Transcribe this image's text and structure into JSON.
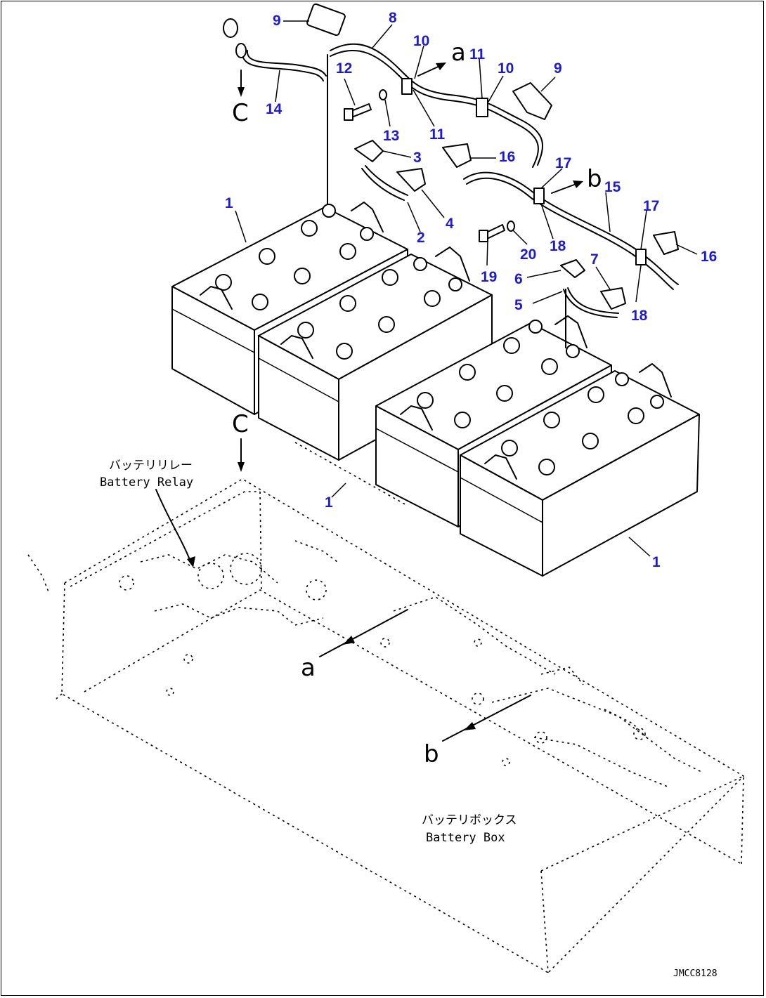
{
  "callouts": {
    "c1a": "1",
    "c1b": "1",
    "c1c": "1",
    "c2": "2",
    "c3": "3",
    "c4": "4",
    "c5": "5",
    "c6": "6",
    "c7": "7",
    "c8": "8",
    "c9a": "9",
    "c9b": "9",
    "c10a": "10",
    "c10b": "10",
    "c11a": "11",
    "c11b": "11",
    "c12": "12",
    "c13": "13",
    "c14": "14",
    "c15": "15",
    "c16a": "16",
    "c16b": "16",
    "c17a": "17",
    "c17b": "17",
    "c18a": "18",
    "c18b": "18",
    "c19": "19",
    "c20": "20"
  },
  "view_refs": {
    "a_top": "a",
    "b_top": "b",
    "c_top": "C",
    "c_mid": "C",
    "a_bottom": "a",
    "b_bottom": "b"
  },
  "labels": {
    "battery_relay_jp": "バッテリリレー",
    "battery_relay_en": "Battery Relay",
    "battery_box_jp": "バッテリボックス",
    "battery_box_en": "Battery Box"
  },
  "drawing_code": "JMCC8128",
  "colors": {
    "callout": "#1a1ad8",
    "line": "#000000"
  }
}
